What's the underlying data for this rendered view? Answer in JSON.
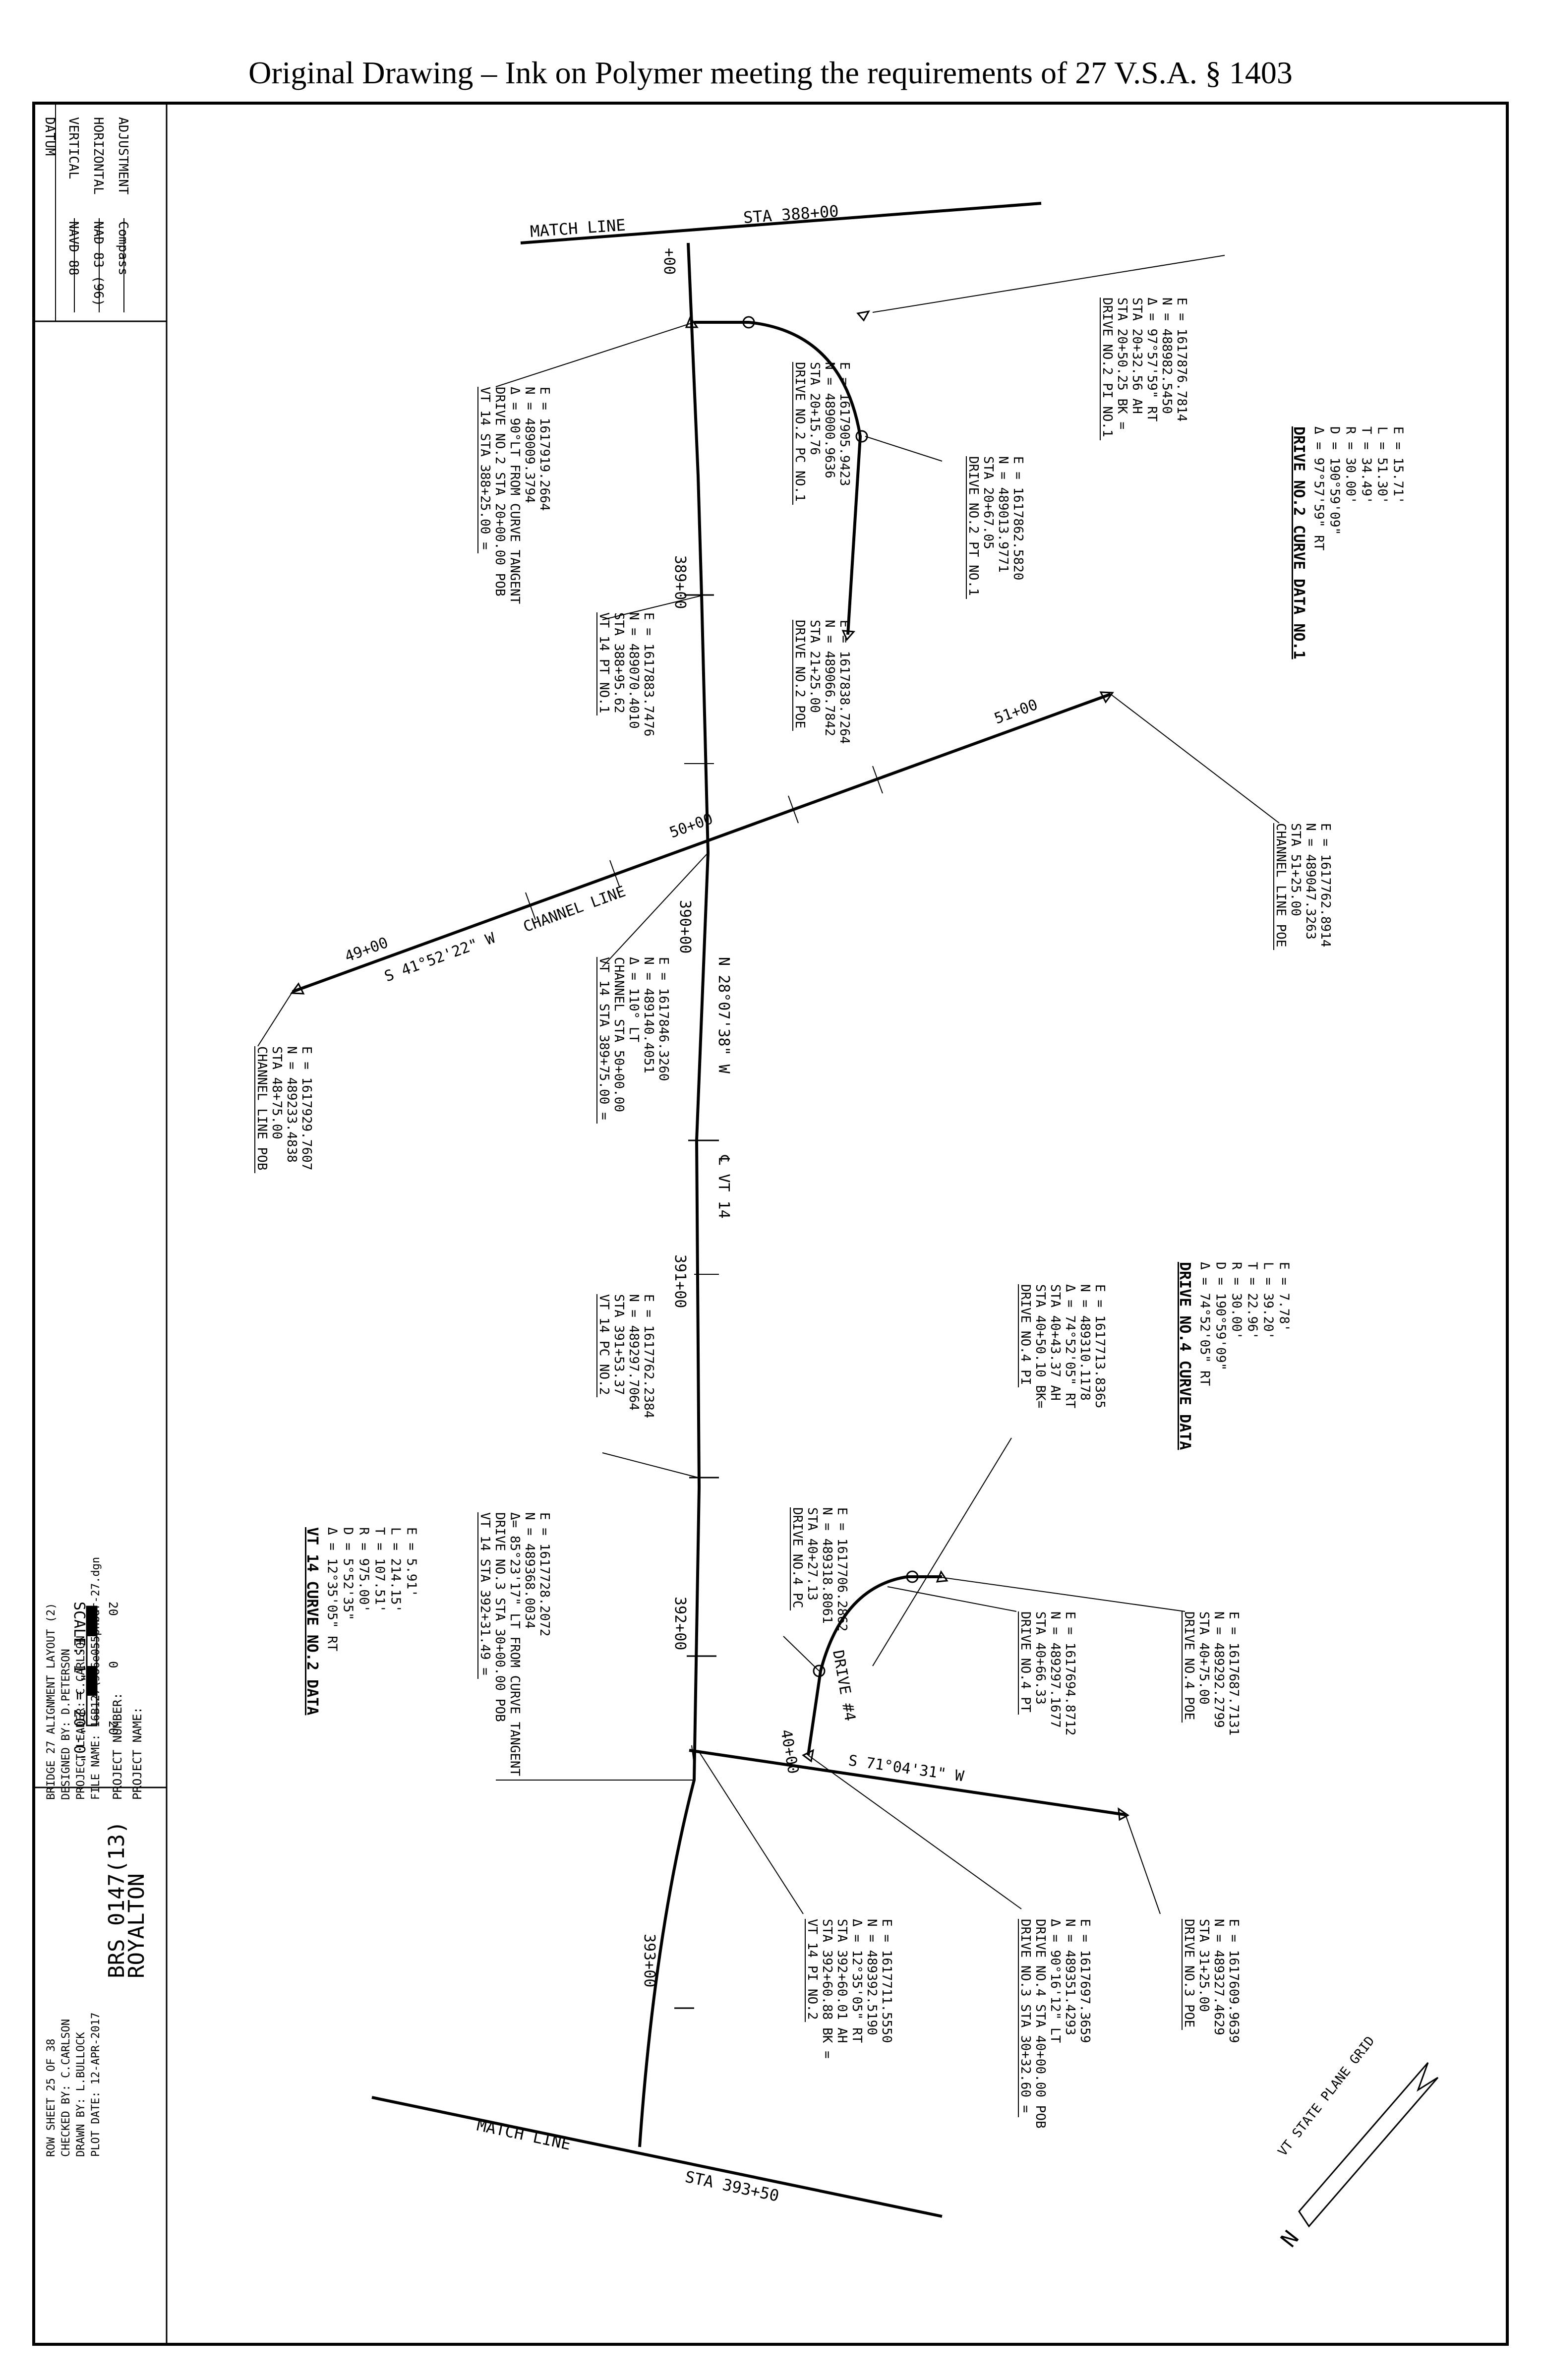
{
  "header": "Original Drawing – Ink on Polymer meeting the requirements of 27 V.S.A. § 1403",
  "datum": {
    "title": "DATUM",
    "rows": [
      {
        "label": "VERTICAL",
        "value": "NAVD 88"
      },
      {
        "label": "HORIZONTAL",
        "value": "NAD 83 (96)"
      },
      {
        "label": "ADJUSTMENT",
        "value": "Compass"
      }
    ]
  },
  "match_lines": {
    "top": {
      "label": "MATCH LINE",
      "station": "STA 388+00"
    },
    "bottom": {
      "label": "MATCH LINE",
      "station": "STA 393+50"
    }
  },
  "stations": {
    "s388": "+00",
    "s389": "389+00",
    "s390": "390+00",
    "s391": "391+00",
    "s392": "392+00",
    "s393": "393+00",
    "ch49": "49+00",
    "ch50": "50+00",
    "ch51": "51+00",
    "dr40": "40+00"
  },
  "line_labels": {
    "main_bearing": "N 28°07'38\" W",
    "vt14": "℄ VT 14",
    "channel": "CHANNEL LINE",
    "channel_bearing": "S 41°52'22\" W",
    "drive4": "DRIVE #4",
    "drive4_bearing": "S 71°04'31\" W"
  },
  "callouts": [
    {
      "id": "drive2-pi",
      "lines": [
        "DRIVE NO.2 PI NO.1",
        "STA 20+50.25 BK =",
        "STA 20+32.56 AH",
        "Δ = 97°57'59\" RT",
        "N = 488982.5450",
        "E = 1617876.7814"
      ]
    },
    {
      "id": "drive2-pc",
      "lines": [
        "DRIVE NO.2 PC NO.1",
        "STA 20+15.76",
        "N = 489000.9636",
        "E = 1617905.9423"
      ]
    },
    {
      "id": "drive2-pt",
      "lines": [
        "DRIVE NO.2 PT NO.1",
        "STA 20+67.05",
        "N = 489013.9771",
        "E = 1617862.5820"
      ]
    },
    {
      "id": "drive2-poe",
      "lines": [
        "DRIVE NO.2 POE",
        "STA 21+25.00",
        "N = 489066.7842",
        "E = 1617838.7264"
      ]
    },
    {
      "id": "vt14-388-25",
      "lines": [
        "VT 14 STA 388+25.00 =",
        "DRIVE NO.2 STA 20+00.00 POB",
        "Δ = 90°LT FROM CURVE TANGENT",
        "N = 489009.3794",
        "E = 1617919.2664"
      ]
    },
    {
      "id": "vt14-pt1",
      "lines": [
        "VT 14 PT NO.1",
        "STA 388+95.62",
        "N = 489070.4010",
        "E = 1617883.7476"
      ]
    },
    {
      "id": "channel-poe",
      "lines": [
        "CHANNEL LINE POE",
        "STA 51+25.00",
        "N = 489047.3263",
        "E = 1617762.8914"
      ]
    },
    {
      "id": "vt14-389-75",
      "lines": [
        "VT 14 STA 389+75.00 =",
        "CHANNEL STA 50+00.00",
        "Δ = 110° LT",
        "N = 489140.4051",
        "E = 1617846.3260"
      ]
    },
    {
      "id": "channel-pob",
      "lines": [
        "CHANNEL LINE POB",
        "STA 48+75.00",
        "N = 489233.4838",
        "E = 1617929.7607"
      ]
    },
    {
      "id": "drive4-pi",
      "lines": [
        "DRIVE NO.4 PI",
        "STA 40+50.10 BK=",
        "STA 40+43.37 AH",
        "Δ = 74°52'05\" RT",
        "N = 489310.1178",
        "E = 1617713.8365"
      ]
    },
    {
      "id": "vt14-pc2",
      "lines": [
        "VT 14 PC NO.2",
        "STA 391+53.37",
        "N = 489297.7064",
        "E = 1617762.2384"
      ]
    },
    {
      "id": "drive4-pc",
      "lines": [
        "DRIVE NO.4 PC",
        "STA 40+27.13",
        "N = 489318.8061",
        "E = 1617706.2862"
      ]
    },
    {
      "id": "vt14-392-31",
      "lines": [
        "VT 14 STA 392+31.49 =",
        "DRIVE NO.3 STA 30+00.00 POB",
        "Δ= 85°23'17\" LT FROM CURVE TANGENT",
        "N = 489368.0034",
        "E = 1617728.2072"
      ]
    },
    {
      "id": "drive4-poe",
      "lines": [
        "DRIVE NO.4 POE",
        "STA 40+75.00",
        "N = 489292.2799",
        "E = 1617687.7131"
      ]
    },
    {
      "id": "drive4-pt",
      "lines": [
        "DRIVE NO.4 PT",
        "STA 40+66.33",
        "N = 489297.1677",
        "E = 1617694.8712"
      ]
    },
    {
      "id": "drive3-poe",
      "lines": [
        "DRIVE NO.3 POE",
        "STA 31+25.00",
        "N = 489327.4629",
        "E = 1617609.9639"
      ]
    },
    {
      "id": "drive3-30",
      "lines": [
        "DRIVE NO.3 STA 30+32.60 =",
        "DRIVE NO.4 STA 40+00.00 POB",
        "Δ = 90°16'12\" LT",
        "N = 489351.4293",
        "E = 1617697.3659"
      ]
    },
    {
      "id": "vt14-pi2",
      "lines": [
        "VT 14 PI NO.2",
        "STA 392+60.88 BK =",
        "STA 392+60.01 AH",
        "Δ = 12°35'05\" RT",
        "N = 489392.5190",
        "E = 1617711.5550"
      ]
    }
  ],
  "curve_tables": [
    {
      "id": "drive2-curve",
      "title": "DRIVE NO.2 CURVE DATA NO.1",
      "lines": [
        "Δ = 97°57'59\" RT",
        "D = 190°59'09\"",
        "R = 30.00'",
        "T = 34.49'",
        "L = 51.30'",
        "E = 15.71'"
      ]
    },
    {
      "id": "drive4-curve",
      "title": "DRIVE NO.4 CURVE DATA",
      "lines": [
        "Δ = 74°52'05\" RT",
        "D = 190°59'09\"",
        "R = 30.00'",
        "T = 22.96'",
        "L = 39.20'",
        "E = 7.78'"
      ]
    },
    {
      "id": "vt14-curve",
      "title": "VT 14 CURVE NO.2 DATA",
      "lines": [
        "Δ = 12°35'05\" RT",
        "D = 5°52'35\"",
        "R = 975.00'",
        "T = 107.51'",
        "L = 214.15'",
        "E = 5.91'"
      ]
    }
  ],
  "scale": {
    "ticks": [
      "20",
      "0",
      "20"
    ],
    "label": "SCALE: 1\" = 20'-0\""
  },
  "north": {
    "label": "VT STATE PLANE GRID",
    "letter": "N"
  },
  "title_block": {
    "project_name_label": "PROJECT NAME:",
    "project_name": "ROYALTON",
    "project_number_label": "PROJECT NUMBER:",
    "project_number": "BRS 0147(13)",
    "file_name": "FILE NAME: 16B127\\s86e055pnbdr-27.dgn",
    "plot_date": "PLOT DATE: 12-APR-2017",
    "project_leader": "PROJECT LEADER: C.CARLSON",
    "drawn_by": "DRAWN BY: L.BULLOCK",
    "designed_by": "DESIGNED BY: D.PETERSON",
    "checked_by": "CHECKED BY: C.CARLSON",
    "sheet_title": "BRIDGE 27 ALIGNMENT LAYOUT (2)",
    "sheet_no": "ROW SHEET 25 OF 38"
  }
}
